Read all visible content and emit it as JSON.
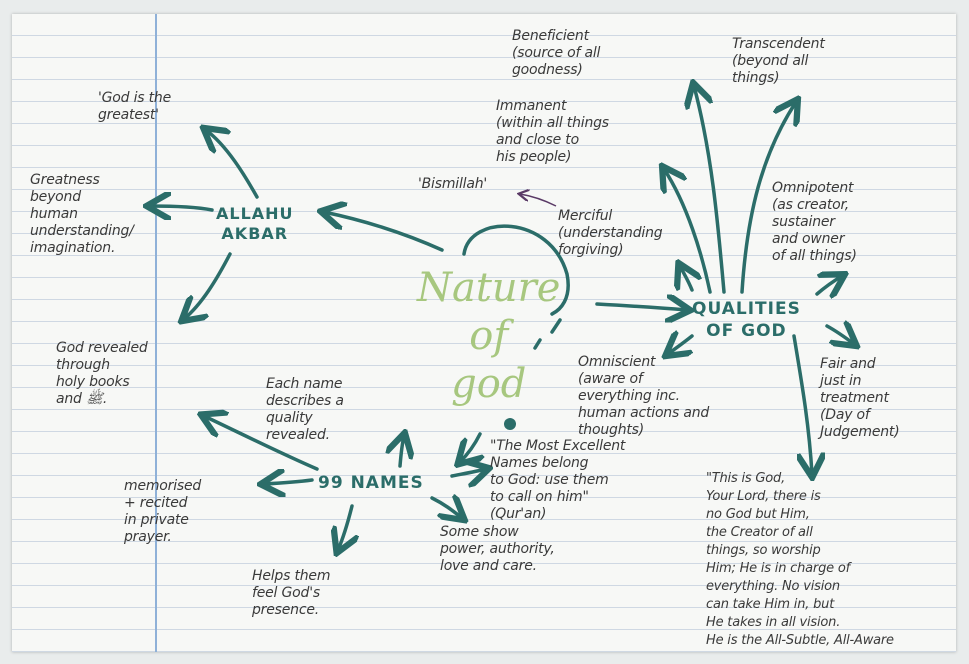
{
  "center": {
    "title": "Nature\nof\ngod"
  },
  "hubs": {
    "allahu_akbar": "ALLAHU\nAKBAR",
    "qualities": "QUALITIES\nOF GOD",
    "names": "99 NAMES"
  },
  "notes": {
    "greatest": "'God is the\ngreatest'",
    "greatness": "Greatness\nbeyond\nhuman\nunderstanding/\nimagination.",
    "revealed": "God revealed\nthrough\nholy books\nand ﷺ.",
    "bismillah": "'Bismillah'",
    "beneficient": "Beneficient\n(source of all\ngoodness)",
    "transcendent": "Transcendent\n(beyond all\nthings)",
    "immanent": "Immanent\n(within all things\nand close to\nhis people)",
    "merciful": "Merciful\n(understanding\nforgiving)",
    "omnipotent": "Omnipotent\n(as creator,\nsustainer\nand owner\nof all things)",
    "omniscient": "Omniscient\n(aware of\neverything inc.\nhuman actions and\nthoughts)",
    "fair": "Fair and\njust in\ntreatment\n(Day of\nJudgement)",
    "each_name": "Each name\ndescribes a\nquality\nrevealed.",
    "most_excellent": "\"The Most Excellent\nNames belong\nto God: use them\nto call on him\"\n(Qur'an)",
    "memorised": "memorised\n+ recited\nin private\nprayer.",
    "helps": "Helps them\nfeel God's\npresence.",
    "some_show": "Some show\npower, authority,\nlove and care.",
    "quote": "\"This is God, \nYour Lord, there is\nno God but Him,\nthe Creator of all\nthings, so worship\nHim; He is in charge of\neverything. No vision\ncan take Him in, but\nHe takes in all vision.\nHe is the All-Subtle, All-Aware"
  },
  "colors": {
    "ink": "#2b6d69",
    "title": "#a7c77f",
    "text": "#3a3a3a",
    "margin": "#8fb1d8",
    "rule": "#cfd8e3"
  }
}
